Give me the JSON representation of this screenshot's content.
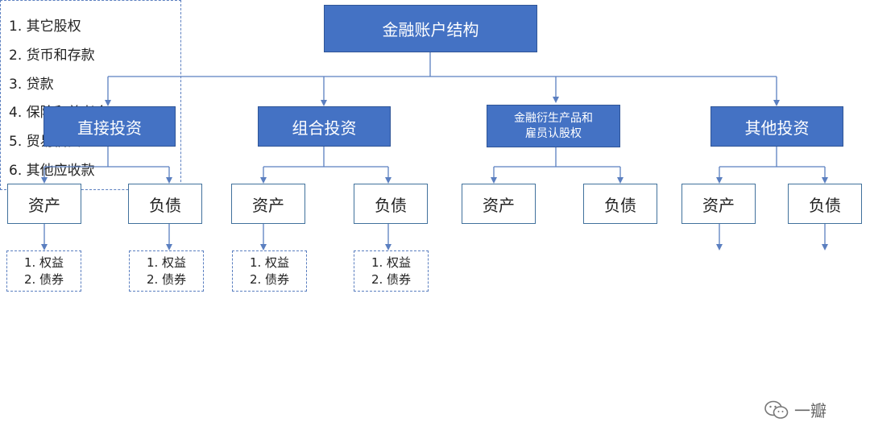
{
  "root": {
    "label": "金融账户结构"
  },
  "categories": [
    {
      "label": "直接投资"
    },
    {
      "label": "组合投资"
    },
    {
      "label_line1": "金融衍生产品和",
      "label_line2": "雇员认股权"
    },
    {
      "label": "其他投资"
    }
  ],
  "leaves": {
    "asset": "资产",
    "liability": "负债"
  },
  "sublist": {
    "item1": "1. 权益",
    "item2": "2. 债券"
  },
  "other_liabilities": [
    "1. 其它股权",
    "2. 货币和存款",
    "3. 贷款",
    "4. 保险和养老金",
    "5. 贸易信贷",
    "6. 其他应收款"
  ],
  "watermark": {
    "text": "一瓣"
  },
  "colors": {
    "primary": "#4472c4",
    "line": "#5b7fc0",
    "border": "#41719c"
  }
}
